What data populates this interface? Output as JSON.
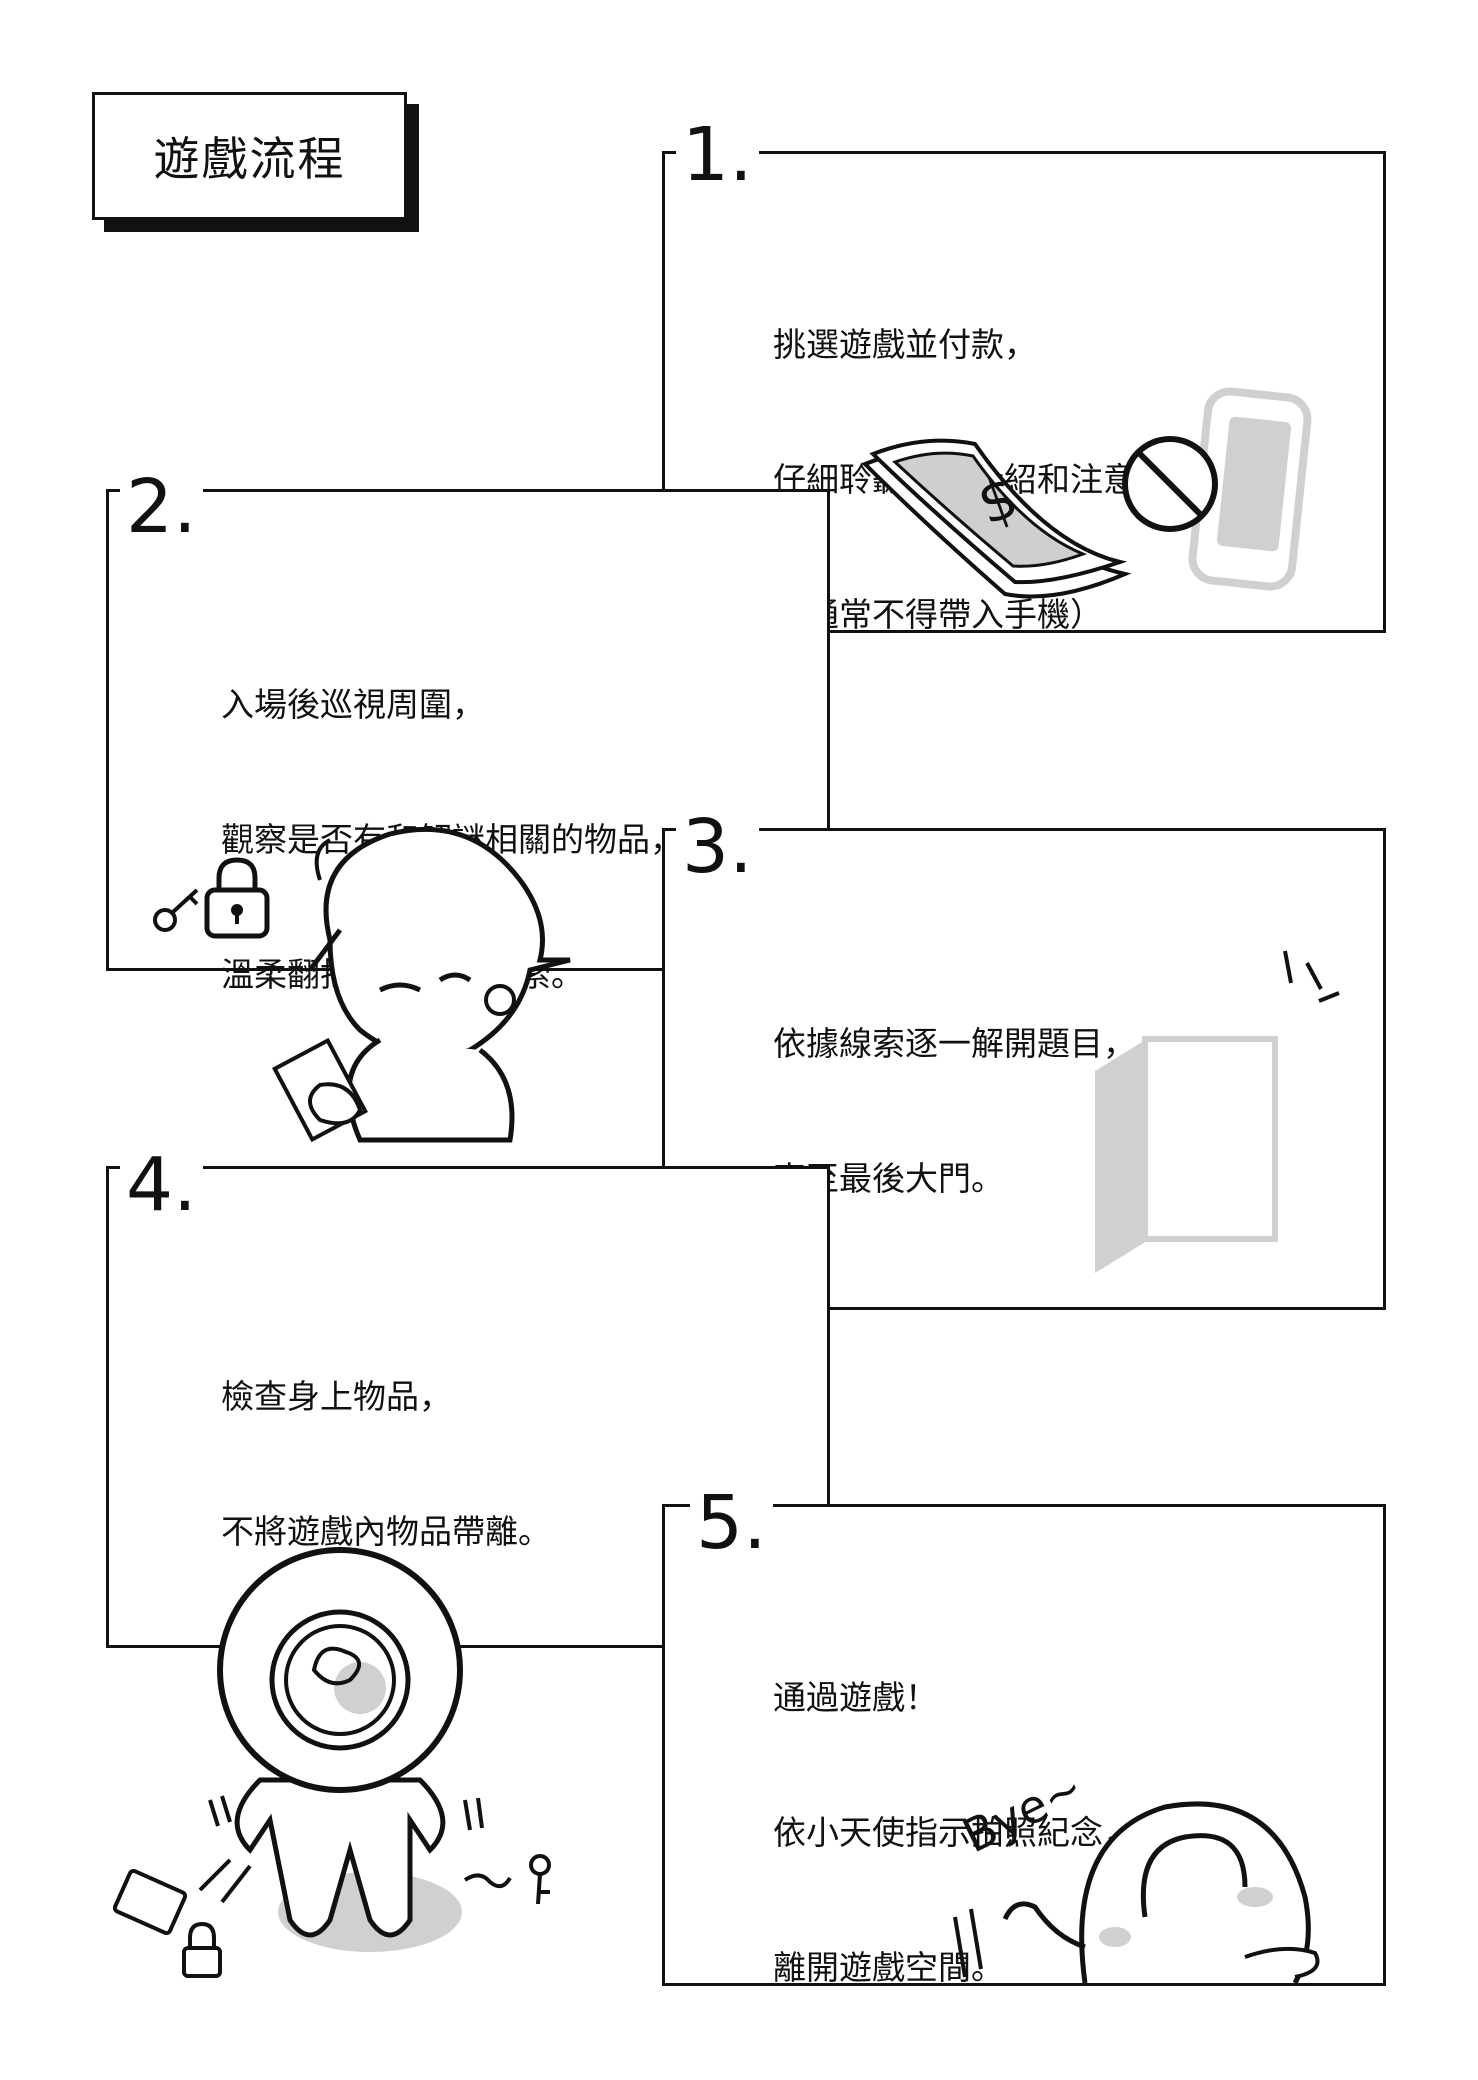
{
  "title": "遊戲流程",
  "steps": [
    {
      "number": "1.",
      "lines": [
        "挑選遊戲並付款，",
        "仔細聆聽遊戲介紹和注意事項。",
        "（通常不得帶入手機）"
      ]
    },
    {
      "number": "2.",
      "lines": [
        "入場後巡視周圍，",
        "觀察是否有和解謎相關的物品，",
        "溫柔翻找環境獲得線索。"
      ]
    },
    {
      "number": "3.",
      "lines": [
        "依據線索逐一解開題目，",
        "直至最後大門。"
      ]
    },
    {
      "number": "4.",
      "lines": [
        "檢查身上物品，",
        "不將遊戲內物品帶離。"
      ]
    },
    {
      "number": "5.",
      "lines": [
        "通過遊戲！",
        "依小天使指示拍照紀念，",
        "離開遊戲空間。"
      ]
    }
  ],
  "illustrations": {
    "money_symbol": "$",
    "bye_text": "Bye~"
  },
  "icons": [
    "money-icon",
    "no-phone-icon",
    "key-icon",
    "padlock-icon",
    "door-icon",
    "character"
  ]
}
